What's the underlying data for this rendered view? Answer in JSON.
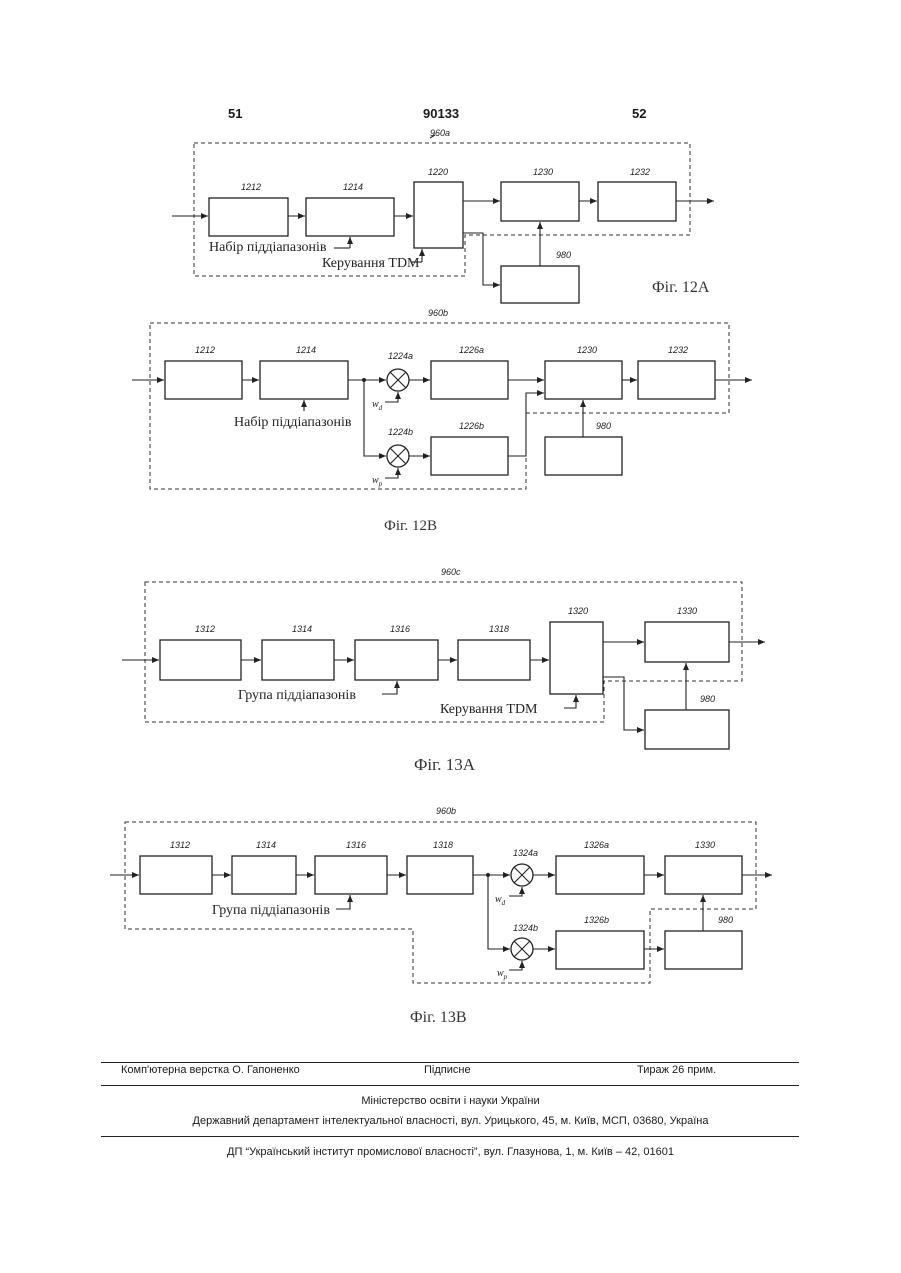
{
  "header": {
    "page_left": "51",
    "patent_number": "90133",
    "page_right": "52"
  },
  "fig12a": {
    "group": "960a",
    "blocks": [
      "1212",
      "1214",
      "1220",
      "1230",
      "1232",
      "980"
    ],
    "label_subbands": "Набір піддіапазонів",
    "label_tdm": "Керування TDM",
    "caption": "Фіг. 12А"
  },
  "fig12b": {
    "group": "960b",
    "blocks": [
      "1212",
      "1214",
      "1224a",
      "1226a",
      "1230",
      "1232",
      "1224b",
      "1226b",
      "980"
    ],
    "label_subbands": "Набір піддіапазонів",
    "w_top": "w",
    "w_top_sub": "d",
    "w_bottom": "w",
    "w_bottom_sub": "p",
    "caption": "Фіг. 12В"
  },
  "fig13a": {
    "group": "960c",
    "blocks": [
      "1312",
      "1314",
      "1316",
      "1318",
      "1320",
      "1330",
      "980"
    ],
    "label_subbands": "Група піддіапазонів",
    "label_tdm": "Керування TDM",
    "caption": "Фіг. 13А"
  },
  "fig13b": {
    "group": "960b",
    "blocks": [
      "1312",
      "1314",
      "1316",
      "1318",
      "1324a",
      "1326a",
      "1330",
      "1324b",
      "1326b",
      "980"
    ],
    "label_subbands": "Група піддіапазонів",
    "w_top": "w",
    "w_top_sub": "d",
    "w_bottom": "w",
    "w_bottom_sub": "p",
    "caption": "Фіг. 13В"
  },
  "footer": {
    "typesetter": "Комп'ютерна верстка О. Гапоненко",
    "subscription": "Підписне",
    "circulation": "Тираж 26 прим.",
    "ministry": "Міністерство освіти і науки України",
    "department": "Державний департамент інтелектуальної власності, вул. Урицького, 45, м. Київ, МСП, 03680, Україна",
    "institute": "ДП “Український інститут промислової власності”, вул. Глазунова, 1, м. Київ – 42, 01601"
  }
}
